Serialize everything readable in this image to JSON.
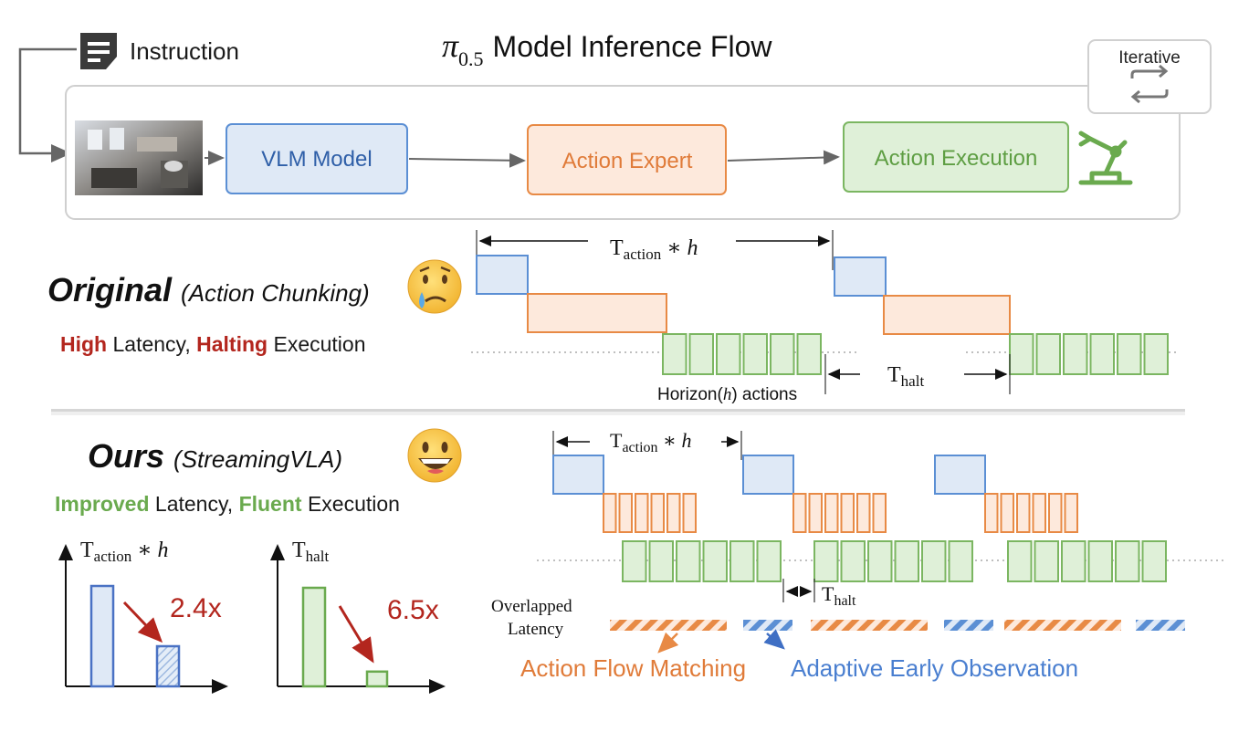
{
  "header": {
    "instruction_label": "Instruction",
    "title_symbol": "π",
    "title_subscript": "0.5",
    "title_text": "Model Inference Flow",
    "iterative_label": "Iterative"
  },
  "pipeline": {
    "vlm_label": "VLM Model",
    "action_expert_label": "Action Expert",
    "action_execution_label": "Action Execution"
  },
  "original": {
    "title_bold": "Original",
    "title_sub": "(Action Chunking)",
    "desc_high": "High",
    "desc_latency": " Latency, ",
    "desc_halting": "Halting",
    "desc_execution": " Execution",
    "t_action_main": "T",
    "t_action_sub": "action",
    "t_action_rest": " ∗ ",
    "t_action_h": "h",
    "t_halt_main": "T",
    "t_halt_sub": "halt",
    "horizon_pre": "Horizon(",
    "horizon_h": "h",
    "horizon_post": ") actions"
  },
  "ours": {
    "title_bold": "Ours",
    "title_sub": "(StreamingVLA)",
    "desc_improved": "Improved",
    "desc_latency": " Latency, ",
    "desc_fluent": "Fluent",
    "desc_execution": " Execution",
    "t_action_main": "T",
    "t_action_sub": "action",
    "t_action_rest": " ∗ ",
    "t_action_h": "h",
    "t_halt_main": "T",
    "t_halt_sub": "halt",
    "overlapped_line1": "Overlapped",
    "overlapped_line2": "Latency",
    "legend_afm": "Action Flow Matching",
    "legend_aeo": "Adaptive Early Observation"
  },
  "mini_charts": {
    "chart1": {
      "speedup": "2.4x",
      "before": 1.0,
      "after": 0.4,
      "color": "#4a72c4"
    },
    "chart2": {
      "speedup": "6.5x",
      "before": 1.0,
      "after": 0.15,
      "color": "#6aaa4e"
    }
  },
  "colors": {
    "blue_stroke": "#5b8fd4",
    "blue_fill": "#dfe9f6",
    "orange_stroke": "#e88a45",
    "orange_fill": "#fde9dc",
    "green_stroke": "#7bb661",
    "green_fill": "#dff0d8",
    "red_text": "#b3261e",
    "green_text": "#6aaa4e",
    "blue_text": "#3f6fc4",
    "orange_text": "#e07b39"
  },
  "icons": [
    "document-icon",
    "iterative-icon",
    "robot-arm-icon",
    "sad-face-icon",
    "happy-face-icon",
    "camera-image"
  ]
}
